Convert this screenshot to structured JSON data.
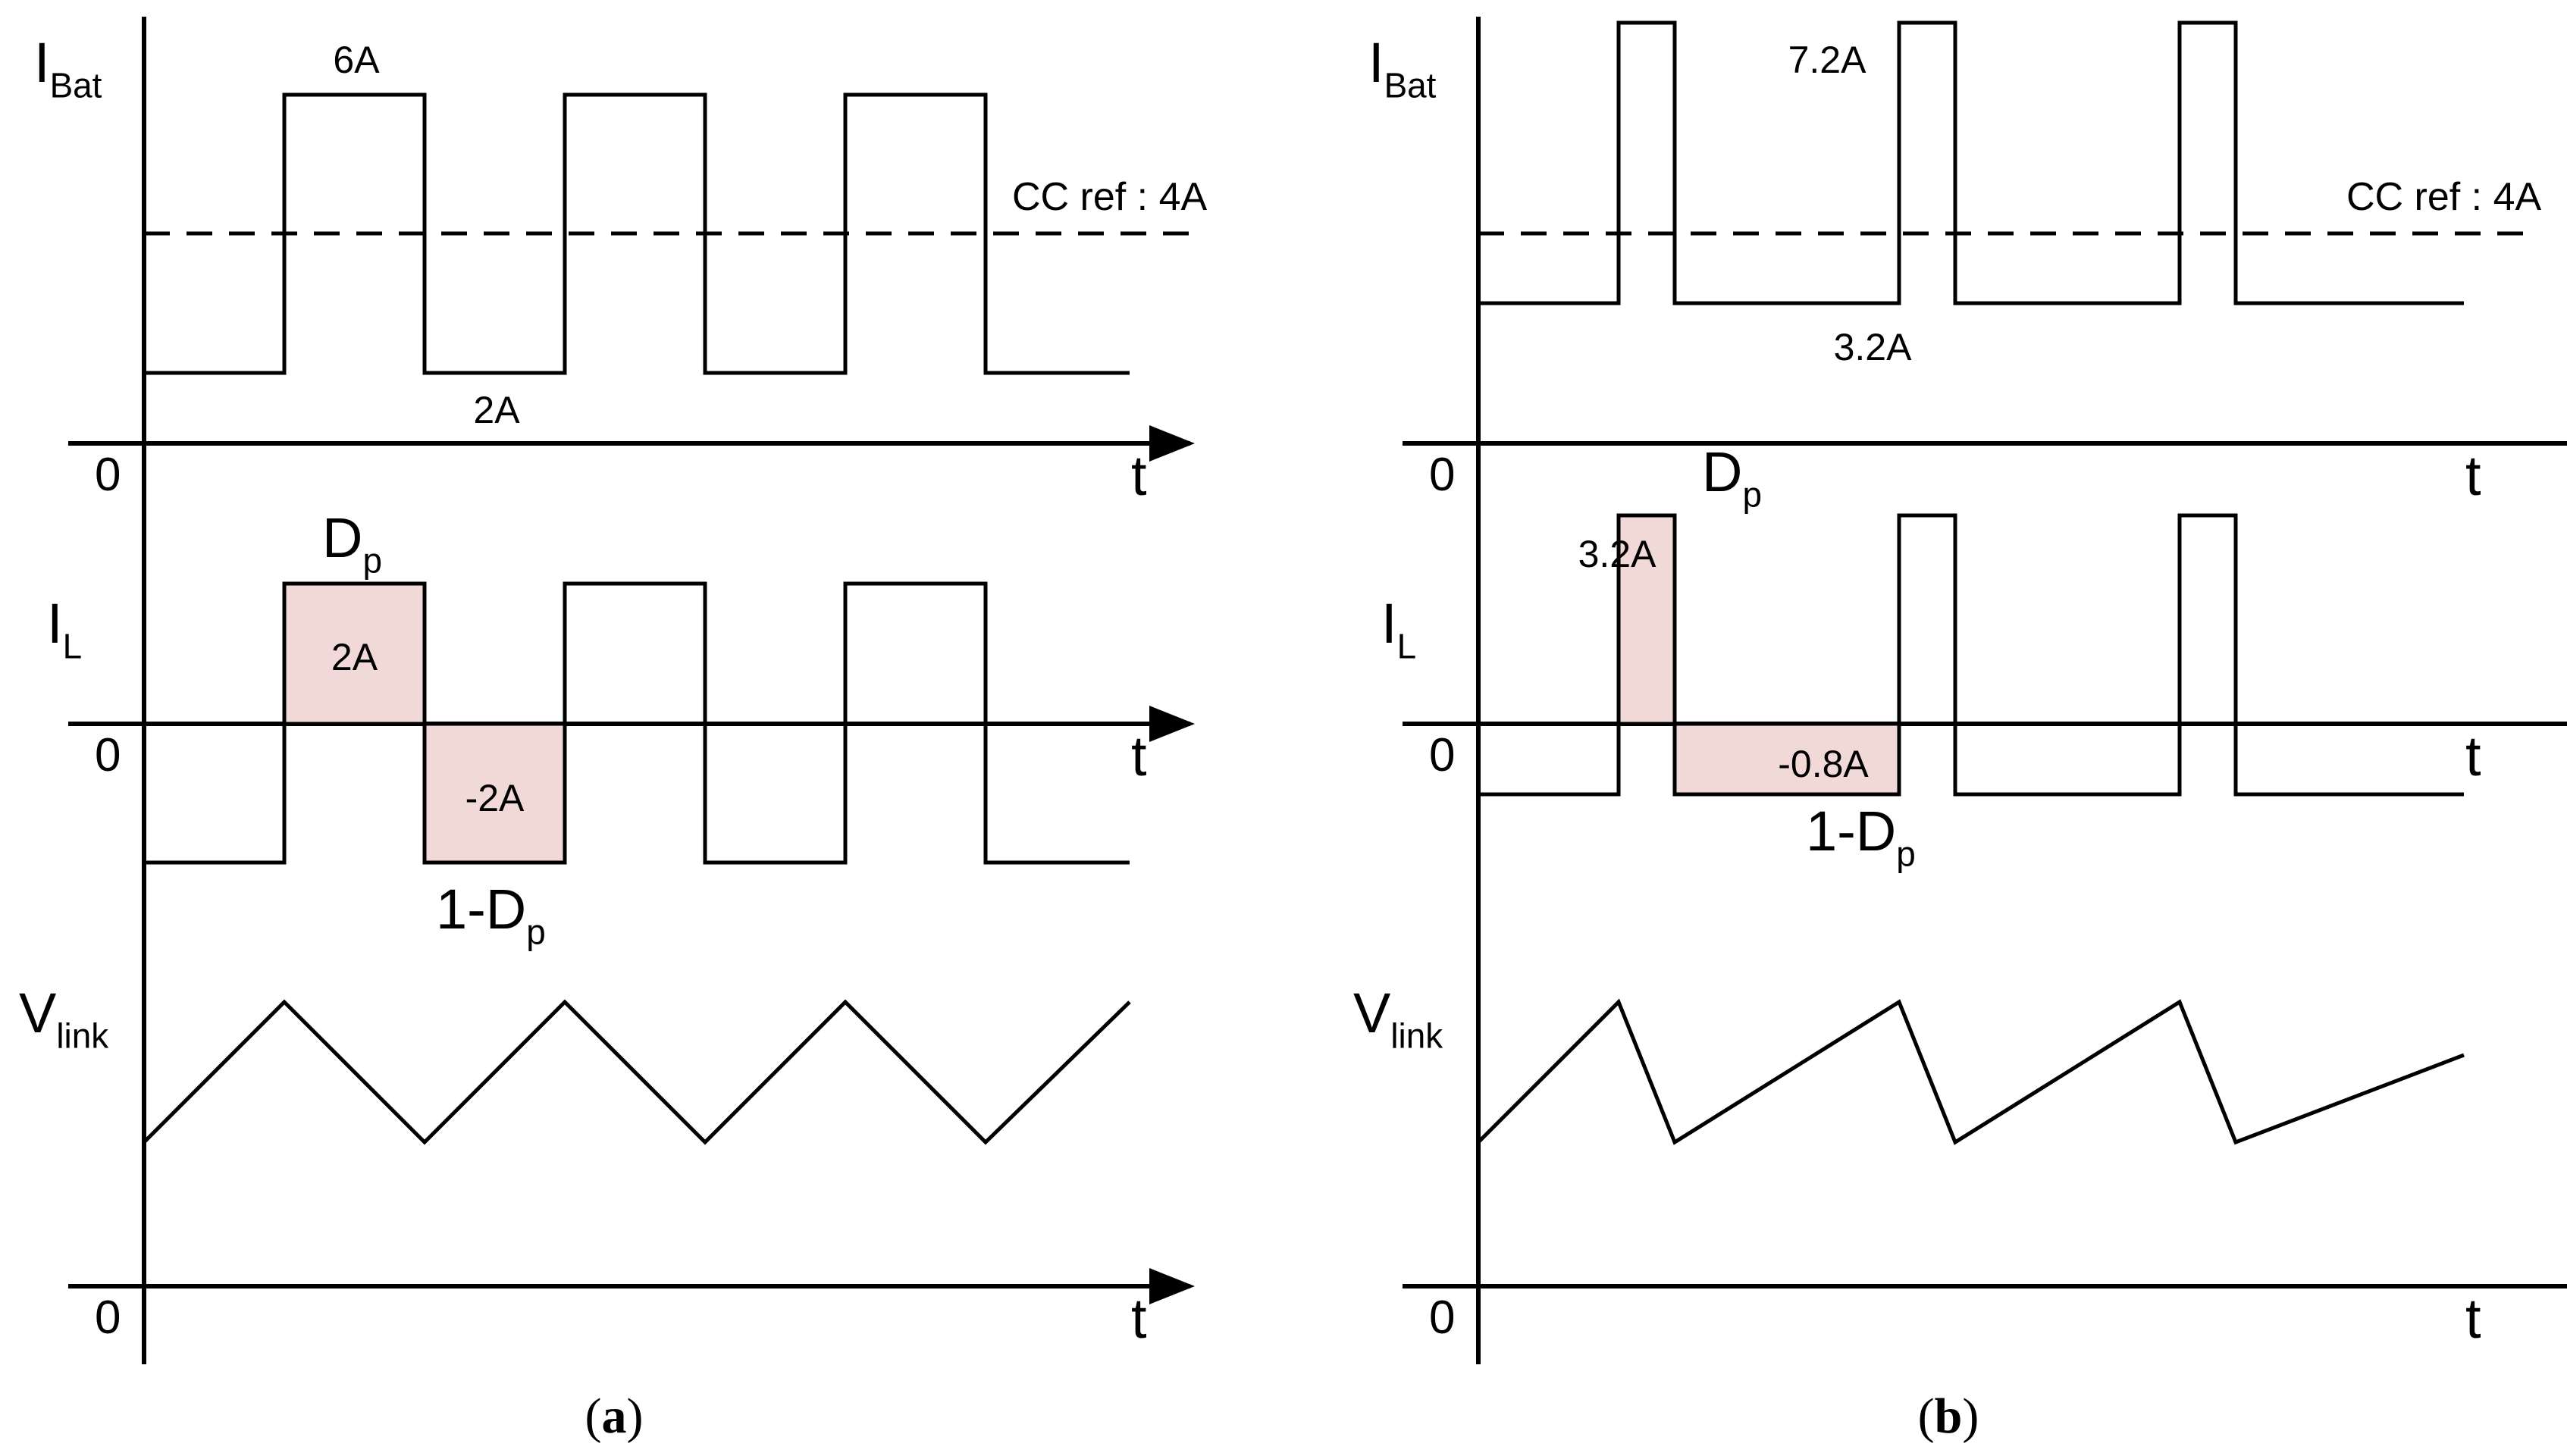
{
  "panels": [
    {
      "id": "a",
      "caption_letter": "a",
      "ibat_label": {
        "main": "I",
        "sub": "Bat"
      },
      "il_label": {
        "main": "I",
        "sub": "L"
      },
      "vlink_label": {
        "main": "V",
        "sub": "link"
      },
      "axis_t": "t",
      "axis_zero": "0",
      "cc_ref": "CC ref : 4A",
      "ibat_high": "6A",
      "ibat_low": "2A",
      "il_pos": "2A",
      "il_neg": "-2A",
      "dp": {
        "main": "D",
        "sub": "p"
      },
      "one_minus_dp": {
        "main": "1-D",
        "sub": "p"
      },
      "duty": 0.5,
      "ibat_high_value": 6,
      "ibat_low_value": 2,
      "cc_ref_value": 4,
      "il_high_value": 2,
      "il_low_value": -2,
      "periods": 3.5
    },
    {
      "id": "b",
      "caption_letter": "b",
      "ibat_label": {
        "main": "I",
        "sub": "Bat"
      },
      "il_label": {
        "main": "I",
        "sub": "L"
      },
      "vlink_label": {
        "main": "V",
        "sub": "link"
      },
      "axis_t": "t",
      "axis_zero": "0",
      "cc_ref": "CC ref : 4A",
      "ibat_high": "7.2A",
      "ibat_low": "3.2A",
      "il_pos": "3.2A",
      "il_neg": "-0.8A",
      "dp": {
        "main": "D",
        "sub": "p"
      },
      "one_minus_dp": {
        "main": "1-D",
        "sub": "p"
      },
      "duty": 0.2,
      "ibat_high_value": 7.2,
      "ibat_low_value": 3.2,
      "cc_ref_value": 4,
      "il_high_value": 3.2,
      "il_low_value": -0.8,
      "periods": 3.5
    }
  ]
}
